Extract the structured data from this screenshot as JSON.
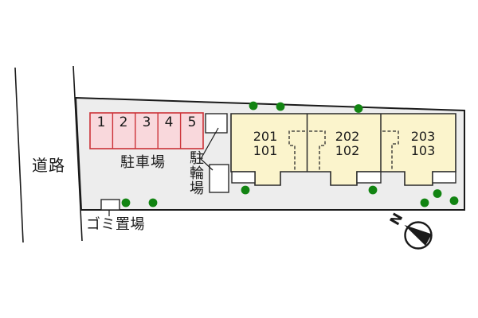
{
  "labels": {
    "road": "道路",
    "parking_lot": "駐車場",
    "bicycle_parking": "駐輪場",
    "garbage_area": "ゴミ置場",
    "north": "N"
  },
  "parking": {
    "stalls": [
      "1",
      "2",
      "3",
      "4",
      "5"
    ]
  },
  "building": {
    "units": [
      {
        "upper": "201",
        "lower": "101"
      },
      {
        "upper": "202",
        "lower": "102"
      },
      {
        "upper": "203",
        "lower": "103"
      }
    ]
  },
  "colors": {
    "site_fill": "#ededed",
    "outline": "#1a1a1a",
    "building_fill": "#fbf4cc",
    "building_stroke": "#2a2a2a",
    "stall_fill": "#f9d8dc",
    "stall_stroke": "#cc3238",
    "tree": "#128412",
    "white": "#ffffff"
  }
}
